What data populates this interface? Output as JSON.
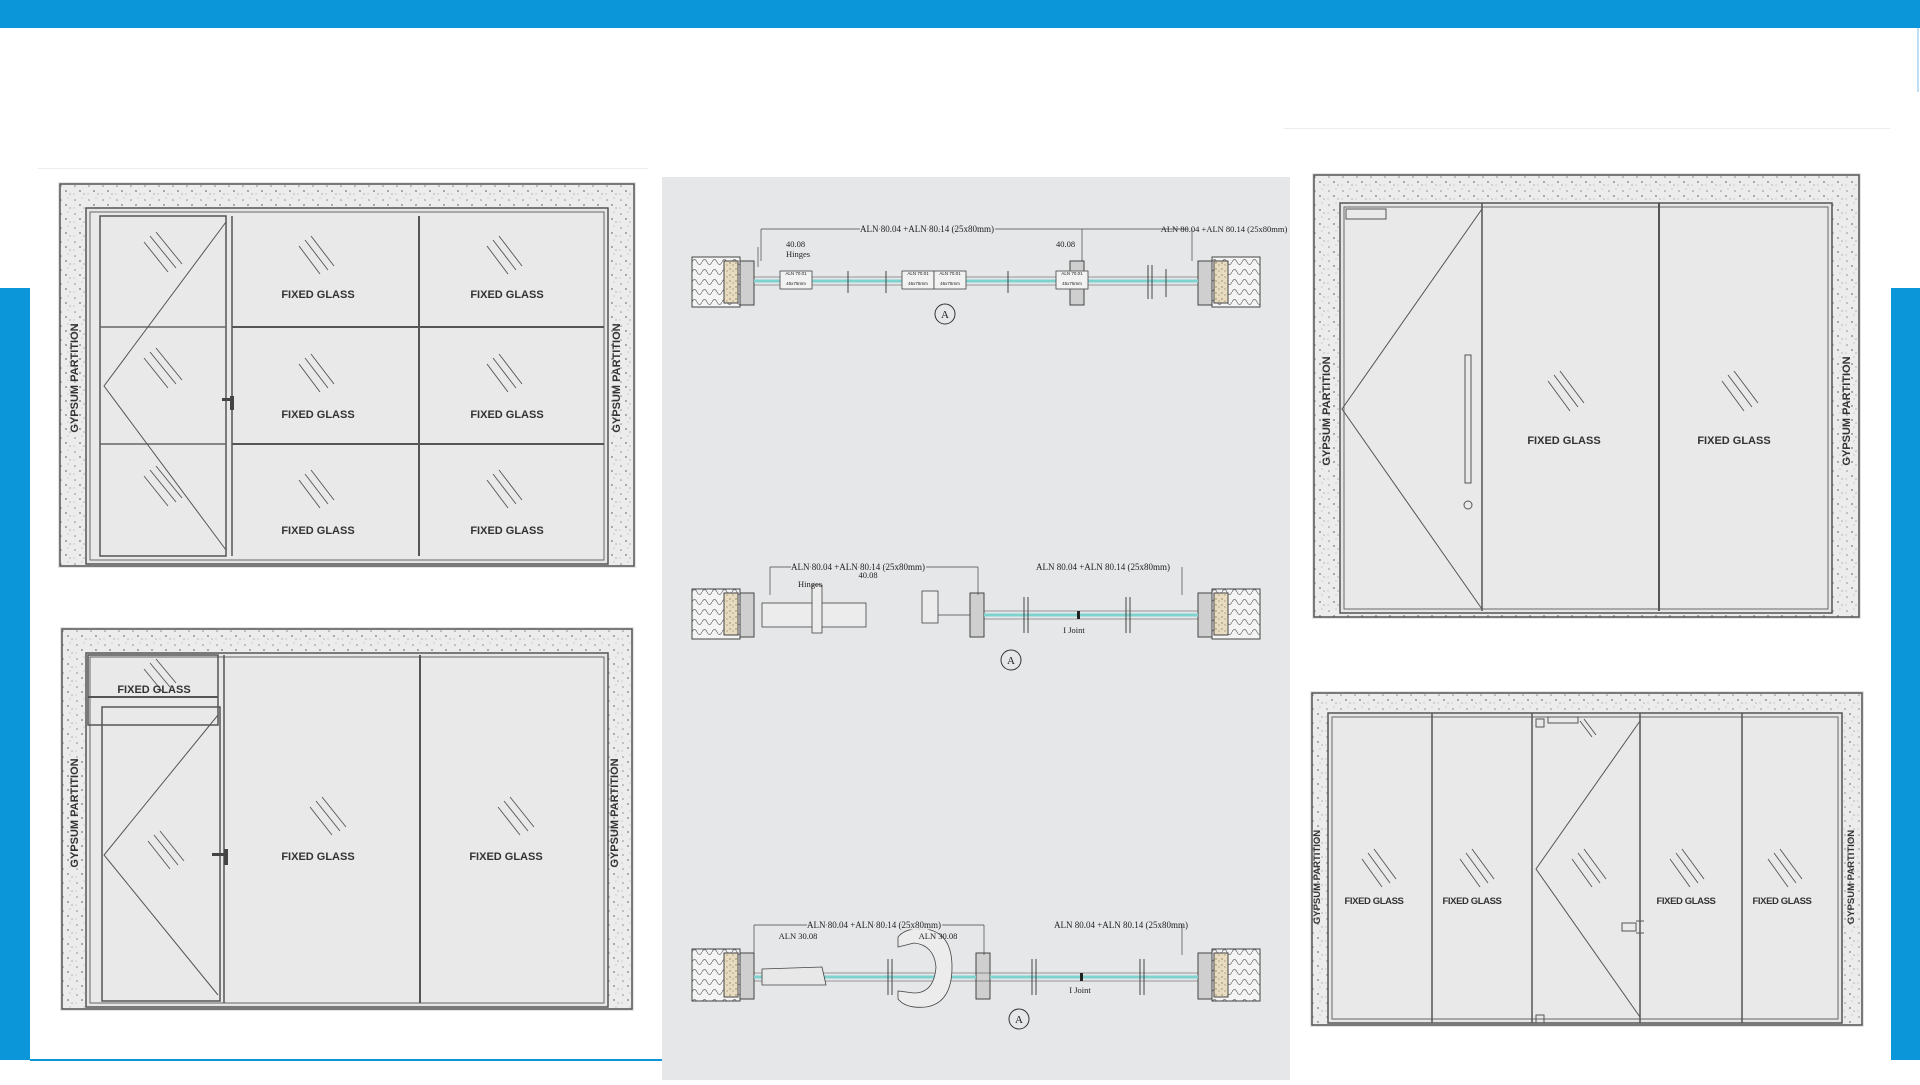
{
  "colors": {
    "accent": "#0b96d9",
    "panel": "#e6e7e9",
    "frame": "#5a5a5a",
    "glass": "#7fd3cf"
  },
  "labels": {
    "gypsum": "GYPSUM PARTITION",
    "fixed": "FIXED GLASS",
    "fixed_tight": "FIXED GLASS"
  },
  "sections": {
    "s1": {
      "main": "ALN 80.04 +ALN 80.14 (25x80mm)",
      "right": "ALN 80.04 +ALN 80.14 (25x80mm)",
      "d1": "40.08",
      "hinges": "Hinges",
      "d2": "40.08",
      "p1": "ALN 70.01",
      "p1b": "45x75mm",
      "p2": "ALN 70.01",
      "p2b": "45x75mm",
      "p3": "ALN 70.01",
      "p3b": "45x75mm",
      "p4": "ALN 70.01",
      "p4b": "45x75mm",
      "marker": "A"
    },
    "s2": {
      "left": "ALN 80.04 +ALN 80.14 (25x80mm)",
      "d1": "40.08",
      "hinges": "Hinges",
      "right": "ALN 80.04 +ALN 80.14 (25x80mm)",
      "joint": "I Joint",
      "marker": "A"
    },
    "s3": {
      "left": "ALN 80.04 +ALN 80.14 (25x80mm)",
      "d1": "ALN 30.08",
      "d2": "ALN 30.08",
      "right": "ALN 80.04 +ALN 80.14 (25x80mm)",
      "joint": "I Joint",
      "marker": "A"
    }
  }
}
